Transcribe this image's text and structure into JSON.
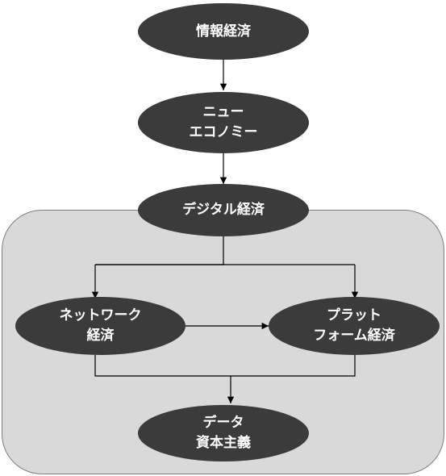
{
  "nodes": {
    "info_economy": {
      "lines": [
        "情報経済"
      ]
    },
    "new_economy": {
      "lines": [
        "ニュー",
        "エコノミー"
      ]
    },
    "digital_economy": {
      "lines": [
        "デジタル経済"
      ]
    },
    "network_economy": {
      "lines": [
        "ネットワーク",
        "経済"
      ]
    },
    "platform_economy": {
      "lines": [
        "プラット",
        "フォーム経済"
      ]
    },
    "data_capitalism": {
      "lines": [
        "データ",
        "資本主義"
      ]
    }
  },
  "colors": {
    "node_fill": "#3b3b3b",
    "node_text": "#ffffff",
    "panel_fill": "#d9d9d9",
    "edge": "#000000"
  }
}
